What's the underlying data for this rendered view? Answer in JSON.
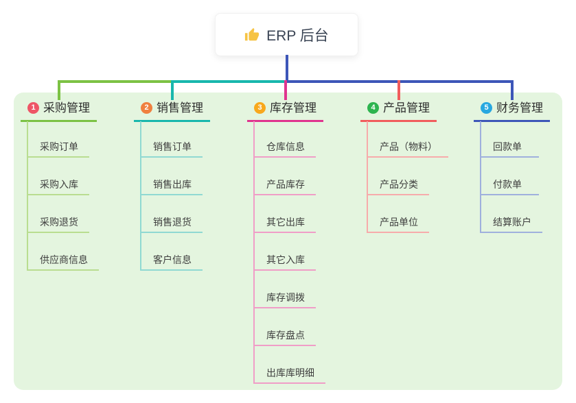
{
  "root": {
    "title": "ERP 后台",
    "icon": "thumbs-up",
    "icon_color": "#f6c344"
  },
  "canvas": {
    "background": "#ffffff",
    "panel_color": "#e4f5df"
  },
  "branches": [
    {
      "num": "1",
      "label": "采购管理",
      "badge_color": "#ee5566",
      "line_color": "#7cc244",
      "child_line_color": "#b9dd90",
      "children": [
        "采购订单",
        "采购入库",
        "采购退货",
        "供应商信息"
      ]
    },
    {
      "num": "2",
      "label": "销售管理",
      "badge_color": "#f0803f",
      "line_color": "#18b7ad",
      "child_line_color": "#90d9d2",
      "children": [
        "销售订单",
        "销售出库",
        "销售退货",
        "客户信息"
      ]
    },
    {
      "num": "3",
      "label": "库存管理",
      "badge_color": "#f8a81c",
      "line_color": "#e0348f",
      "child_line_color": "#f09dc7",
      "children": [
        "仓库信息",
        "产品库存",
        "其它出库",
        "其它入库",
        "库存调拨",
        "库存盘点",
        "出库库明细"
      ]
    },
    {
      "num": "4",
      "label": "产品管理",
      "badge_color": "#2eb44f",
      "line_color": "#f15c5c",
      "child_line_color": "#f7abab",
      "children": [
        "产品（物料）",
        "产品分类",
        "产品单位"
      ]
    },
    {
      "num": "5",
      "label": "财务管理",
      "badge_color": "#28a8e0",
      "line_color": "#3d56b8",
      "child_line_color": "#9fb0dd",
      "children": [
        "回款单",
        "付款单",
        "结算账户"
      ]
    }
  ]
}
